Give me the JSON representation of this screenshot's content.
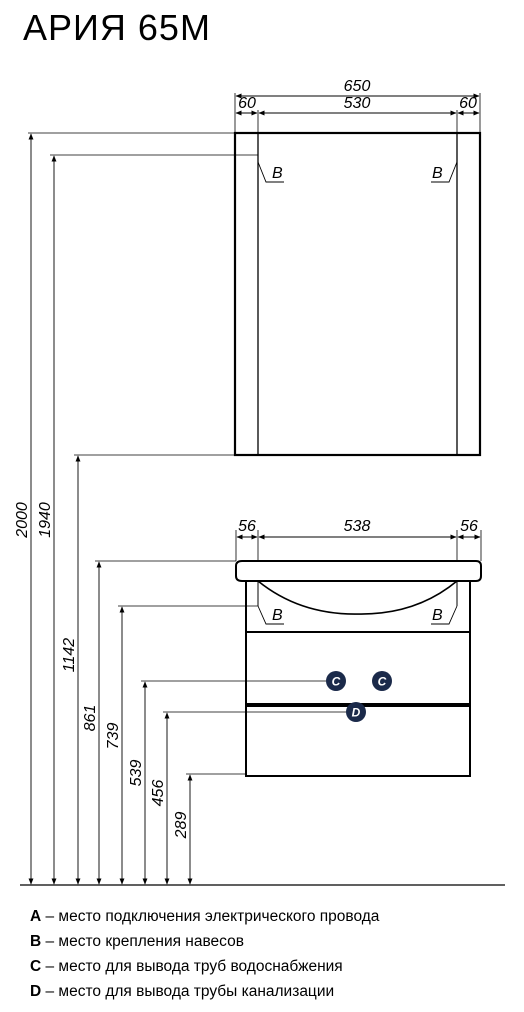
{
  "title": "АРИЯ 65М",
  "mirror": {
    "dim_total": "650",
    "dim_left": "60",
    "dim_center": "530",
    "dim_right": "60",
    "mount_label": "B"
  },
  "cabinet": {
    "dim_left": "56",
    "dim_center": "538",
    "dim_right": "56",
    "mount_label": "B",
    "water_label": "C",
    "drain_label": "D"
  },
  "heights": [
    "2000",
    "1940",
    "1142",
    "861",
    "739",
    "539",
    "456",
    "289"
  ],
  "legend": [
    {
      "key": "A",
      "text": " – место подключения электрического провода"
    },
    {
      "key": "B",
      "text": " – место крепления навесов"
    },
    {
      "key": "C",
      "text": " – место для вывода труб водоснабжения"
    },
    {
      "key": "D",
      "text": " – место для вывода трубы канализации"
    }
  ],
  "colors": {
    "badge": "#1b2a4a",
    "line": "#000000"
  }
}
